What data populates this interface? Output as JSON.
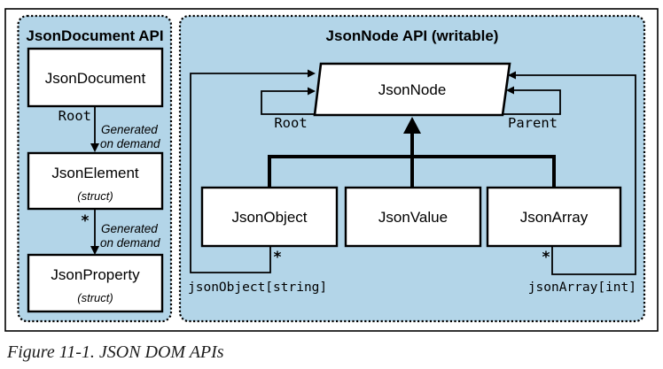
{
  "caption": "Figure 11-1. JSON DOM APIs",
  "colors": {
    "panel_fill": "#b3d5e8",
    "box_fill": "#ffffff",
    "line": "#000000"
  },
  "left_panel": {
    "title": "JsonDocument API",
    "document_label": "JsonDocument",
    "element_label": "JsonElement",
    "element_type": "(struct)",
    "property_label": "JsonProperty",
    "property_type": "(struct)",
    "root_edge_label": "Root",
    "many_edge_label": "*",
    "note_line1": "Generated",
    "note_line2": "on demand"
  },
  "right_panel": {
    "title": "JsonNode API (writable)",
    "jsonnode_label": "JsonNode",
    "jsonobject_label": "JsonObject",
    "jsonvalue_label": "JsonValue",
    "jsonarray_label": "JsonArray",
    "root_loop_label": "Root",
    "parent_loop_label": "Parent",
    "object_indexer_label": "jsonObject[string]",
    "array_indexer_label": "jsonArray[int]",
    "object_many_label": "*",
    "array_many_label": "*"
  }
}
